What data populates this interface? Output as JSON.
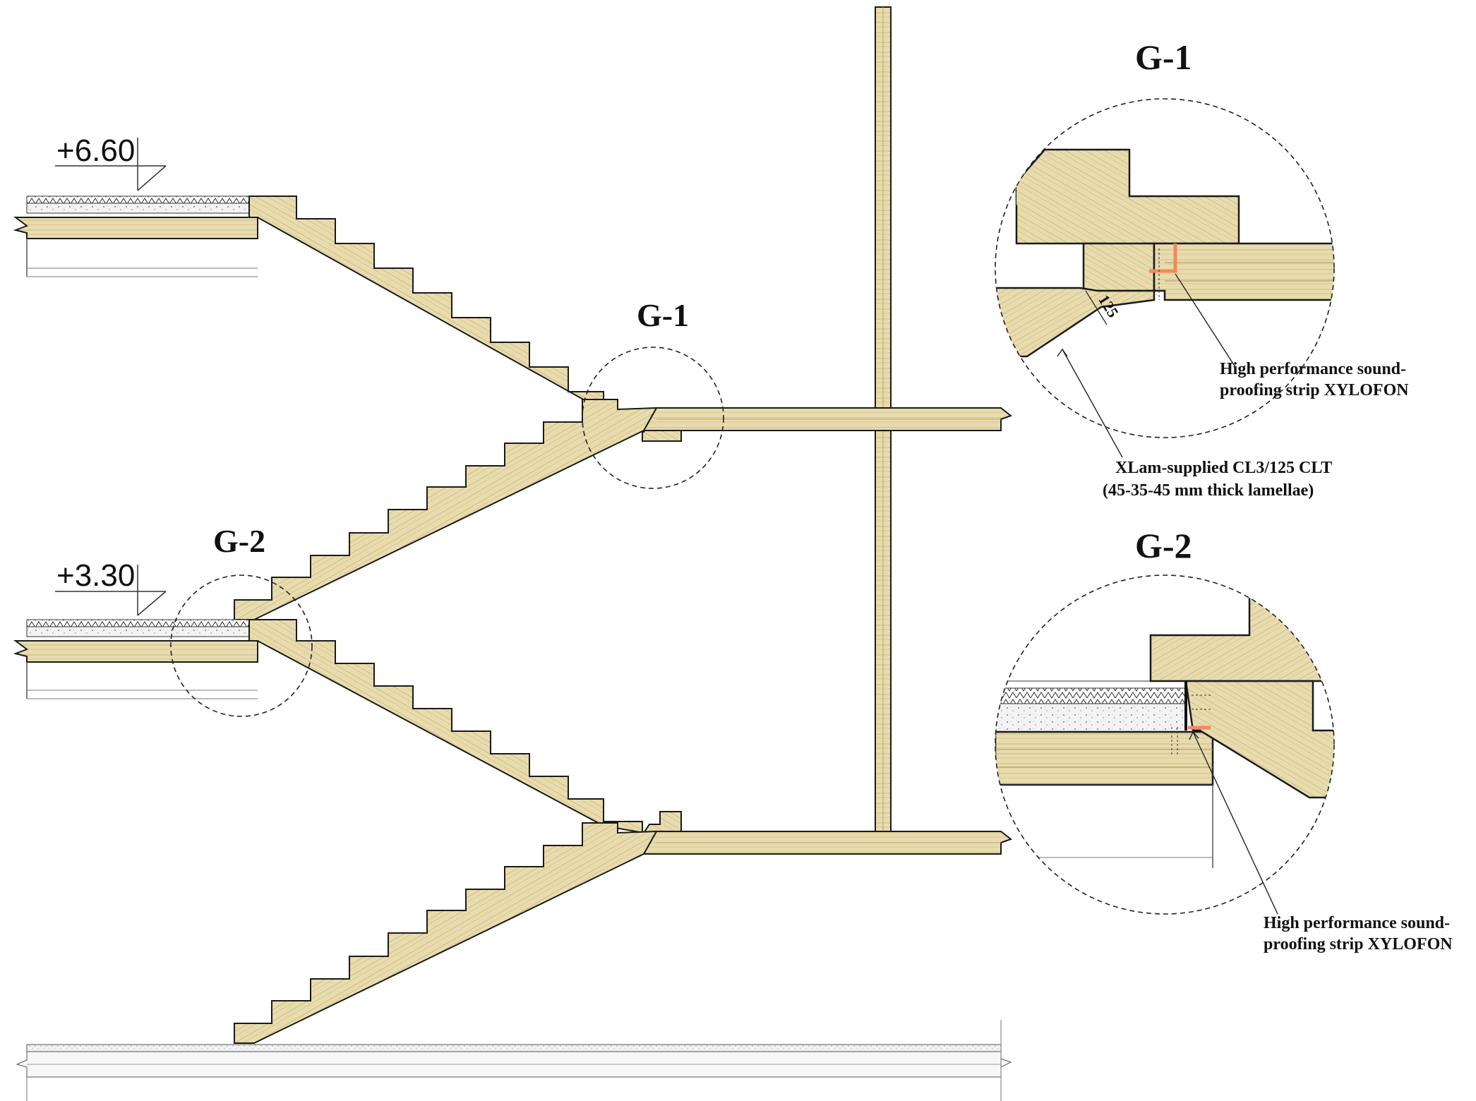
{
  "levels": {
    "upper": "+6.60",
    "middle": "+3.30"
  },
  "detail_tags": {
    "g1": "G-1",
    "g2": "G-2"
  },
  "detail_g1": {
    "title": "G-1",
    "dimension": "125",
    "note_strip_line1": "High performance sound-",
    "note_strip_line2": "proofing strip XYLOFON",
    "note_clt_line1": "XLam-supplied CL3/125 CLT",
    "note_clt_line2": "(45-35-45 mm thick lamellae)"
  },
  "detail_g2": {
    "title": "G-2",
    "note_strip_line1": "High performance sound-",
    "note_strip_line2": "proofing strip XYLOFON"
  },
  "colors": {
    "timber": "#e8dcae",
    "timber_grain": "#c4b07a",
    "outline": "#1a1a1a",
    "xylofon_strip": "#f08a5c"
  }
}
